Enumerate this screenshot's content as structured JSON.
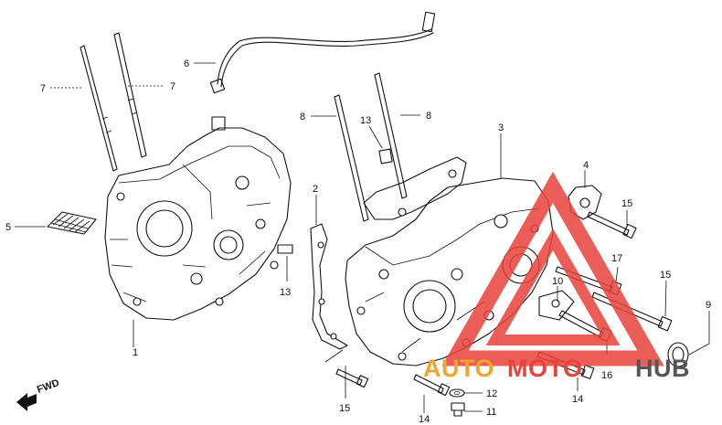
{
  "callouts": {
    "c1": "1",
    "c2": "2",
    "c3": "3",
    "c4": "4",
    "c5": "5",
    "c6": "6",
    "c7a": "7",
    "c7b": "7",
    "c8a": "8",
    "c8b": "8",
    "c9": "9",
    "c10": "10",
    "c11": "11",
    "c12": "12",
    "c13a": "13",
    "c13b": "13",
    "c14a": "14",
    "c14b": "14",
    "c15a": "15",
    "c15b": "15",
    "c15c": "15",
    "c16": "16",
    "c17": "17"
  },
  "fwd_label": "FWD",
  "watermark": {
    "part1": "AUTO",
    "part2": "MOTO",
    "part3": "HUB",
    "color_red": "#e8423a",
    "color_orange": "#f0a531",
    "color_gray": "#555555"
  }
}
